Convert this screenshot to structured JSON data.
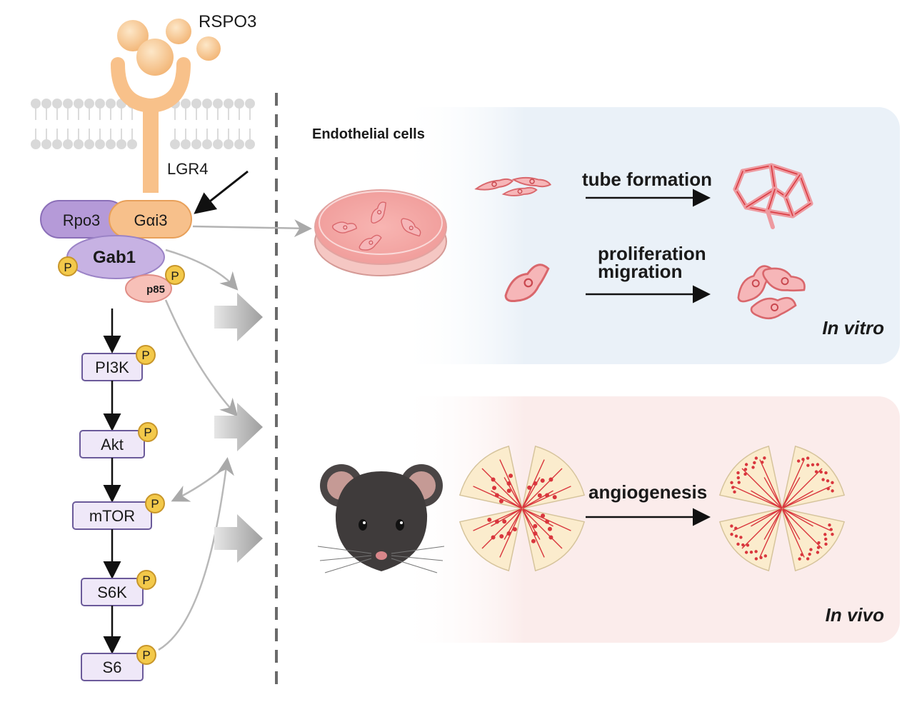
{
  "ligand": {
    "label": "RSPO3"
  },
  "receptor": {
    "label": "LGR4"
  },
  "complex": {
    "rpo3": "Rpo3",
    "gai3": "Gαi3",
    "gab1": "Gab1",
    "p85": "p85",
    "phospho": "P"
  },
  "cascade": [
    {
      "label": "PI3K"
    },
    {
      "label": "Akt"
    },
    {
      "label": "mTOR"
    },
    {
      "label": "S6K"
    },
    {
      "label": "S6"
    }
  ],
  "in_vitro": {
    "header": "Endothelial cells",
    "tube_formation": "tube formation",
    "proliferation": "proliferation",
    "migration": "migration",
    "panel_label": "In vitro"
  },
  "in_vivo": {
    "angiogenesis": "angiogenesis",
    "panel_label": "In vivo"
  },
  "colors": {
    "ligand": "#f6c48f",
    "receptor": "#f8c18a",
    "rpo3": "#b59ad8",
    "gai3": "#f7c08b",
    "gab1": "#c7b2e3",
    "p85": "#f7c0b8",
    "phospho": "#f3c94a",
    "cascade_box": "#efe8f8",
    "cascade_border": "#6b5a9a",
    "in_vitro_bg": "#eef3f9",
    "in_vivo_bg": "#fbefee",
    "cell": "#f2a7ab",
    "vessel": "#d9363d",
    "retina": "#fbeccd"
  }
}
